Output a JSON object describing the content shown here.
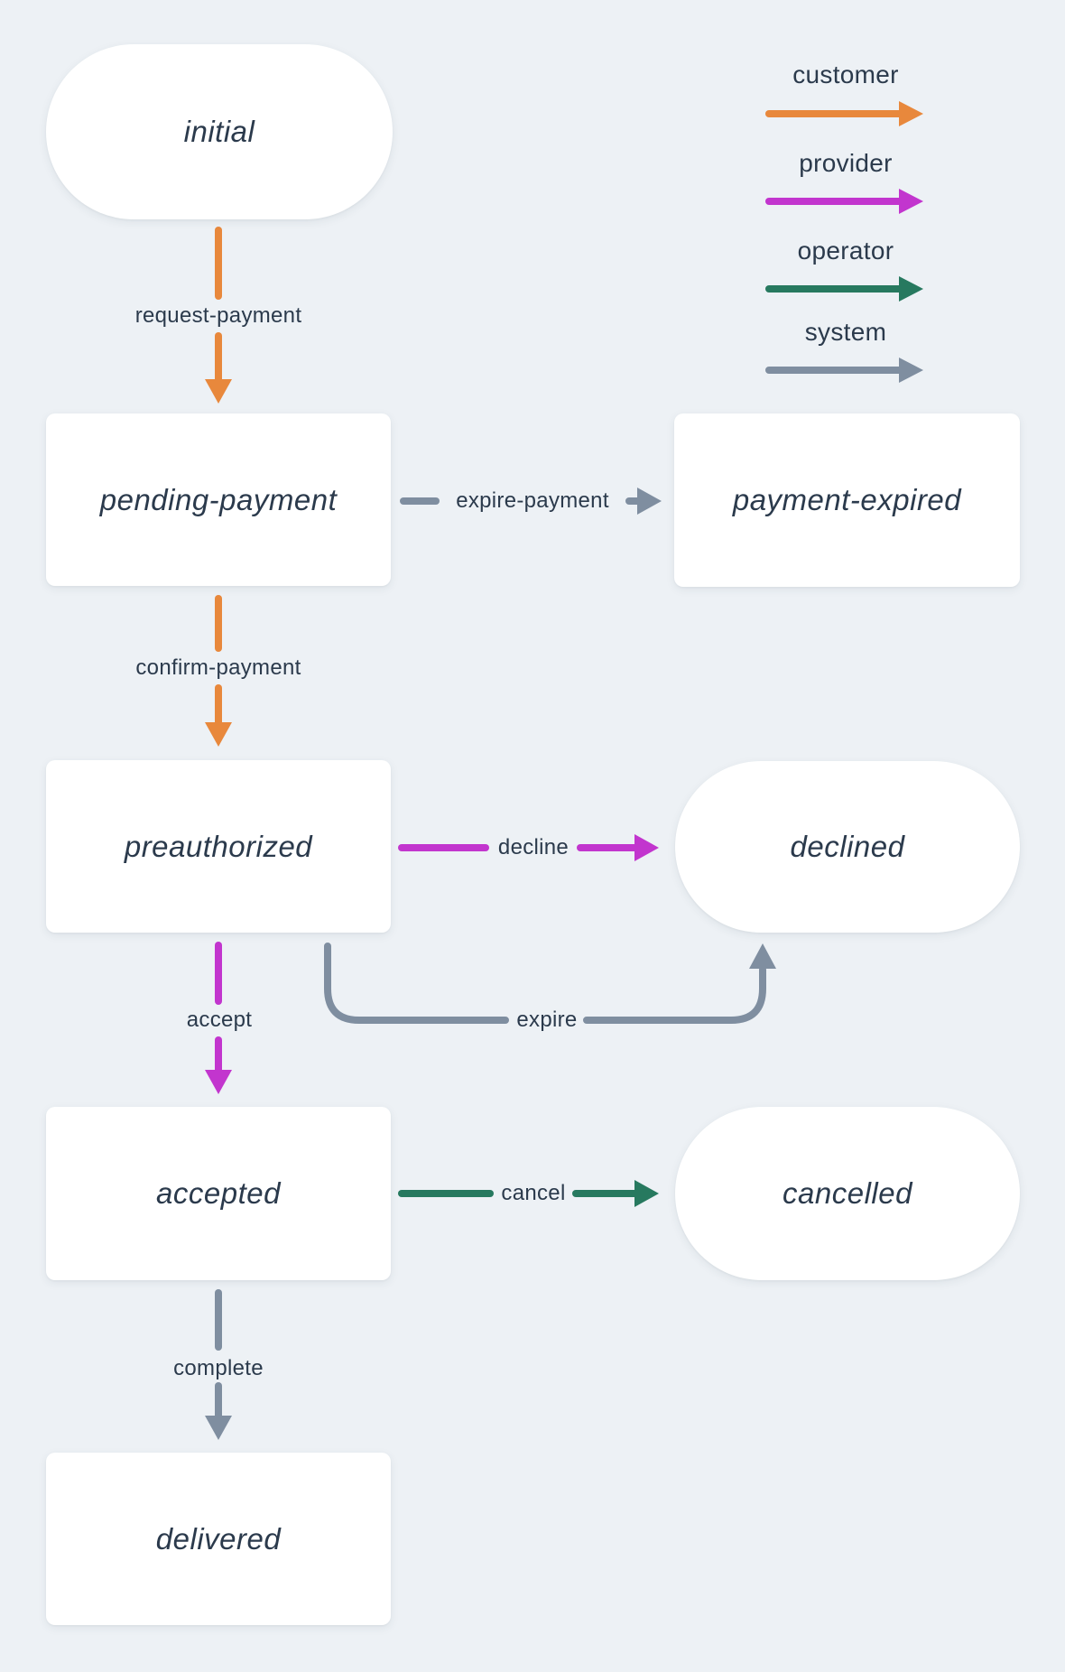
{
  "diagram": {
    "states": [
      {
        "id": "initial",
        "label": "initial",
        "shape": "pill"
      },
      {
        "id": "pending-payment",
        "label": "pending-payment",
        "shape": "rect"
      },
      {
        "id": "payment-expired",
        "label": "payment-expired",
        "shape": "rect"
      },
      {
        "id": "preauthorized",
        "label": "preauthorized",
        "shape": "rect"
      },
      {
        "id": "declined",
        "label": "declined",
        "shape": "pill"
      },
      {
        "id": "accepted",
        "label": "accepted",
        "shape": "rect"
      },
      {
        "id": "cancelled",
        "label": "cancelled",
        "shape": "pill"
      },
      {
        "id": "delivered",
        "label": "delivered",
        "shape": "rect"
      }
    ],
    "transitions": [
      {
        "label": "request-payment",
        "actor": "customer",
        "from": "initial",
        "to": "pending-payment"
      },
      {
        "label": "expire-payment",
        "actor": "system",
        "from": "pending-payment",
        "to": "payment-expired"
      },
      {
        "label": "confirm-payment",
        "actor": "customer",
        "from": "pending-payment",
        "to": "preauthorized"
      },
      {
        "label": "decline",
        "actor": "provider",
        "from": "preauthorized",
        "to": "declined"
      },
      {
        "label": "accept",
        "actor": "provider",
        "from": "preauthorized",
        "to": "accepted"
      },
      {
        "label": "expire",
        "actor": "system",
        "from": "preauthorized",
        "to": "declined"
      },
      {
        "label": "cancel",
        "actor": "operator",
        "from": "accepted",
        "to": "cancelled"
      },
      {
        "label": "complete",
        "actor": "system",
        "from": "accepted",
        "to": "delivered"
      }
    ]
  },
  "legend": {
    "items": [
      {
        "label": "customer",
        "color": "#e8883c"
      },
      {
        "label": "provider",
        "color": "#c235ce"
      },
      {
        "label": "operator",
        "color": "#27795f"
      },
      {
        "label": "system",
        "color": "#7f8ea0"
      }
    ]
  },
  "colors": {
    "background": "#edf1f5",
    "node_fill": "#ffffff",
    "text": "#2b3a4c"
  }
}
